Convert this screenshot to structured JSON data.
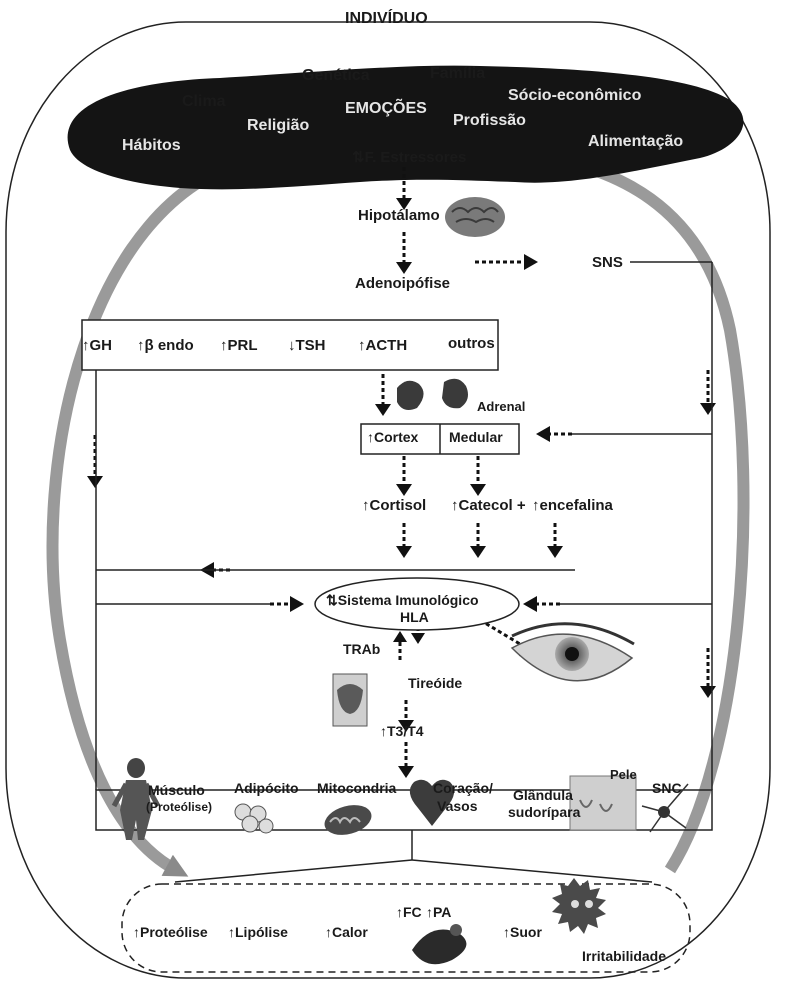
{
  "title": "INDIVÍDUO",
  "factors": {
    "genetica": "Genética",
    "familia": "Família",
    "clima": "Clima",
    "emocoes": "EMOÇÕES",
    "socio": "Sócio-econômico",
    "religiao": "Religião",
    "profissao": "Profissão",
    "habitos": "Hábitos",
    "alimentacao": "Alimentação"
  },
  "axis": {
    "estressores": "F. Estressores",
    "hipotalamo": "Hipotálamo",
    "adenoipofise": "Adenoipófise",
    "sns": "SNS"
  },
  "hormones": {
    "gh": "GH",
    "beta_endo": "β endo",
    "prl": "PRL",
    "tsh": "TSH",
    "acth": "ACTH",
    "outros": "outros"
  },
  "adrenal": {
    "label": "Adrenal",
    "cortex": "Cortex",
    "medular": "Medular",
    "cortisol": "Cortisol",
    "catecol": "Catecol +",
    "encefalina": "encefalina"
  },
  "immune": {
    "line1": "Sistema Imunológico",
    "line2": "HLA",
    "trab": "TRAb",
    "tireoide": "Tireóide",
    "t3t4": "T3/T4"
  },
  "targets": {
    "musculo": "Músculo",
    "proteolise_sub": "(Proteólise)",
    "adipocito": "Adipócito",
    "mitocondria": "Mitocondria",
    "coracao": "Coração/",
    "vasos": "Vasos",
    "pele": "Pele",
    "glandula": "Glândula",
    "sudoripara": "sudorípara",
    "snc": "SNC"
  },
  "effects": {
    "proteolise": "Proteólise",
    "lipolise": "Lipólise",
    "calor": "Calor",
    "fc": "FC",
    "pa": "PA",
    "suor": "Suor",
    "irritabilidade": "Irritabilidade"
  }
}
